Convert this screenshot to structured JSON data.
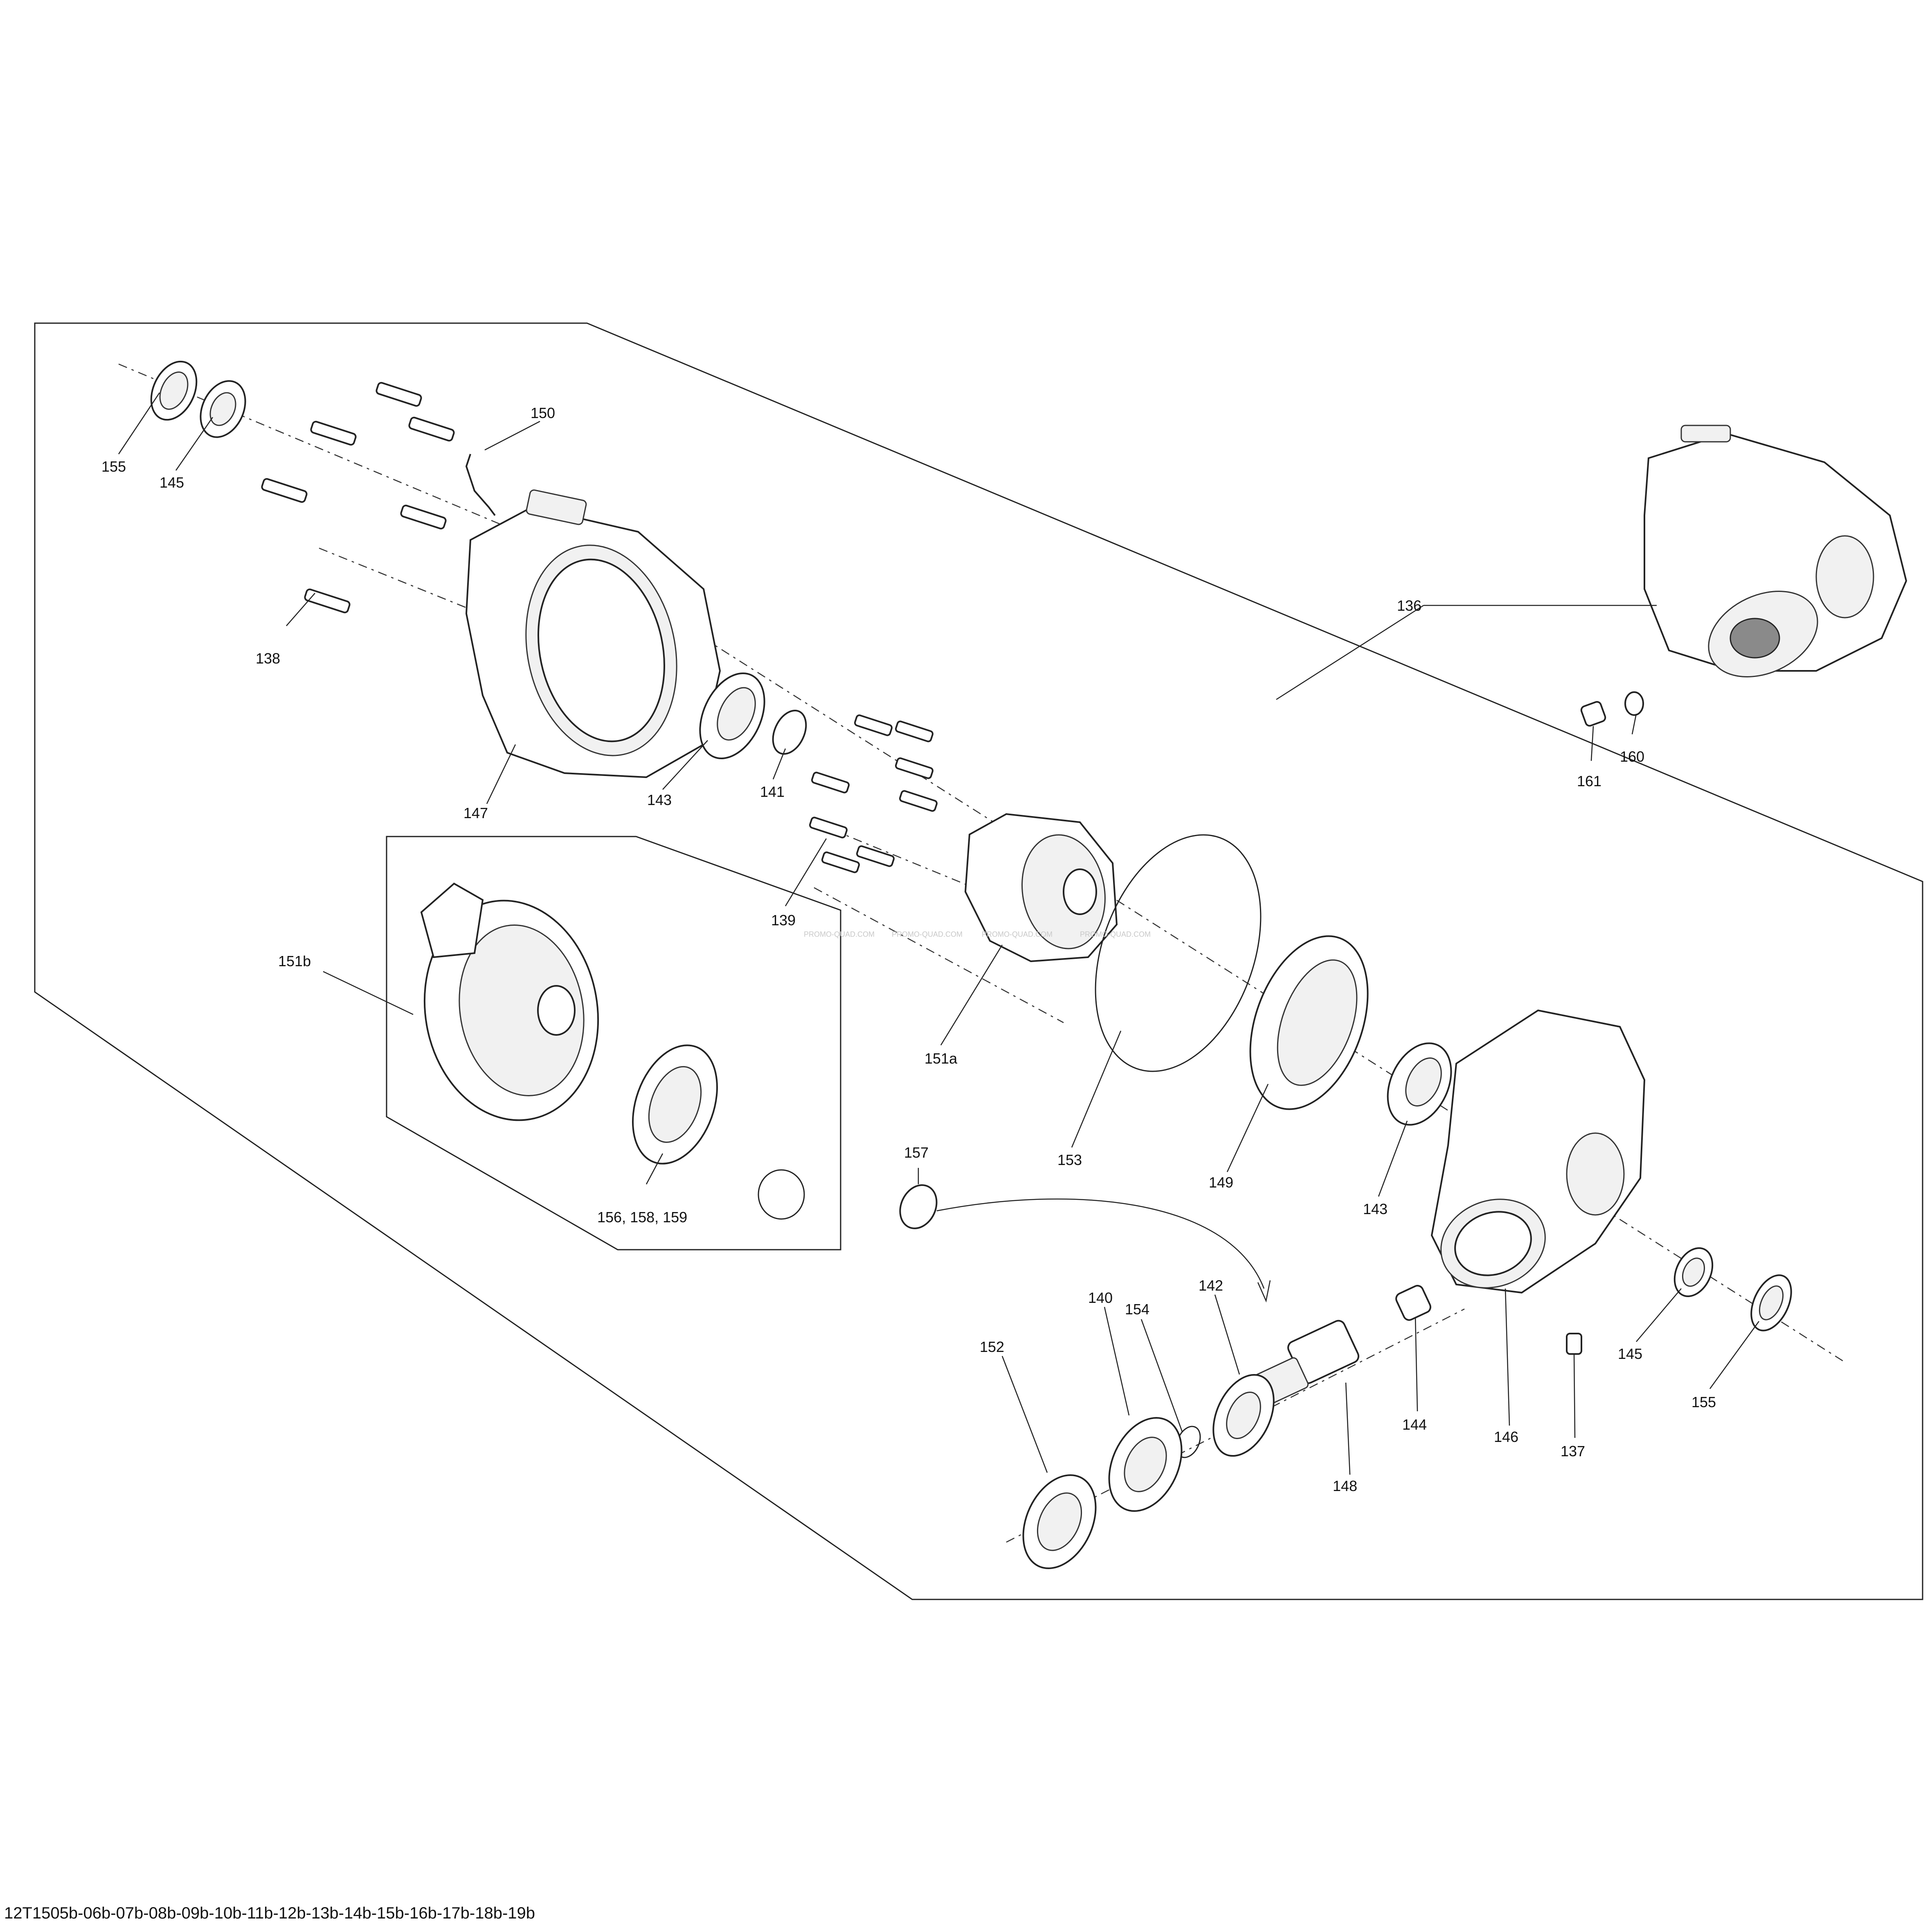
{
  "drawing_code": "12T1505b-06b-07b-08b-09b-10b-11b-12b-13b-14b-15b-16b-17b-18b-19b",
  "watermark": "PROMO-QUAD.COM",
  "callouts": {
    "c136": "136",
    "c137": "137",
    "c138": "138",
    "c139": "139",
    "c140": "140",
    "c141": "141",
    "c142": "142",
    "c143a": "143",
    "c143b": "143",
    "c144": "144",
    "c145a": "145",
    "c145b": "145",
    "c146": "146",
    "c147": "147",
    "c148": "148",
    "c149": "149",
    "c150": "150",
    "c151a": "151a",
    "c151b": "151b",
    "c152": "152",
    "c153": "153",
    "c154": "154",
    "c155a": "155",
    "c155b": "155",
    "c156": "156, 158, 159",
    "c157": "157",
    "c160": "160",
    "c161": "161"
  }
}
